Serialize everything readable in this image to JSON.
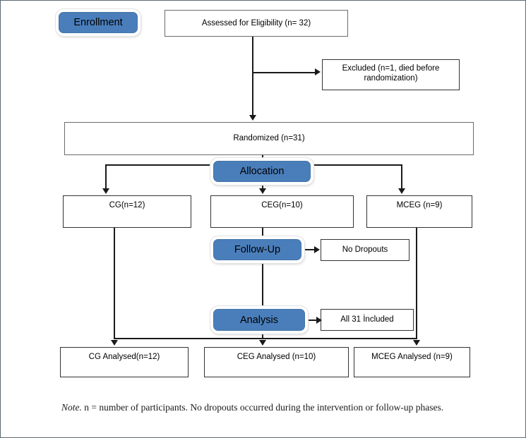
{
  "figure": {
    "type": "consort-flow-diagram",
    "border_color": "#5a6a72",
    "accent_color": "#4a7ebb"
  },
  "stages": [
    {
      "id": "enrollment",
      "label": "Enrollment"
    },
    {
      "id": "allocation",
      "label": "Allocation"
    },
    {
      "id": "followup",
      "label": "Follow-Up"
    },
    {
      "id": "analysis",
      "label": "Analysis"
    }
  ],
  "nodes": {
    "assessed": {
      "label": "Assessed for Eligibility (n= 32)"
    },
    "excluded": {
      "label": "Excluded (n=1, died before randomization)"
    },
    "randomized": {
      "label": "Randomized (n=31)"
    },
    "alloc_cg": {
      "label": "CG(n=12)"
    },
    "alloc_ceg": {
      "label": "CEG(n=10)"
    },
    "alloc_mceg": {
      "label": "MCEG (n=9)"
    },
    "no_dropouts": {
      "label": "No Dropouts"
    },
    "all_included": {
      "label": "All 31 İncluded"
    },
    "analysed_cg": {
      "label": "CG Analysed(n=12)"
    },
    "analysed_ceg": {
      "label": "CEG Analysed (n=10)"
    },
    "analysed_mceg": {
      "label": "MCEG Analysed (n=9)"
    }
  },
  "note": {
    "label": "Note.",
    "text": " n = number of participants. No dropouts occurred during the intervention or follow-up phases."
  },
  "chart_data": {
    "type": "diagram",
    "title": "CONSORT participant flow",
    "nodes": [
      {
        "id": "assessed",
        "stage": "Enrollment",
        "text": "Assessed for Eligibility (n= 32)",
        "n": 32
      },
      {
        "id": "excluded",
        "stage": "Enrollment",
        "text": "Excluded (n=1, died before randomization)",
        "n": 1
      },
      {
        "id": "randomized",
        "stage": "Enrollment",
        "text": "Randomized (n=31)",
        "n": 31
      },
      {
        "id": "alloc_cg",
        "stage": "Allocation",
        "text": "CG(n=12)",
        "n": 12
      },
      {
        "id": "alloc_ceg",
        "stage": "Allocation",
        "text": "CEG(n=10)",
        "n": 10
      },
      {
        "id": "alloc_mceg",
        "stage": "Allocation",
        "text": "MCEG (n=9)",
        "n": 9
      },
      {
        "id": "no_dropouts",
        "stage": "Follow-Up",
        "text": "No Dropouts",
        "n": 0
      },
      {
        "id": "all_included",
        "stage": "Analysis",
        "text": "All 31 İncluded",
        "n": 31
      },
      {
        "id": "analysed_cg",
        "stage": "Analysis",
        "text": "CG Analysed(n=12)",
        "n": 12
      },
      {
        "id": "analysed_ceg",
        "stage": "Analysis",
        "text": "CEG Analysed (n=10)",
        "n": 10
      },
      {
        "id": "analysed_mceg",
        "stage": "Analysis",
        "text": "MCEG Analysed (n=9)",
        "n": 9
      }
    ],
    "edges": [
      {
        "from": "assessed",
        "to": "excluded"
      },
      {
        "from": "assessed",
        "to": "randomized"
      },
      {
        "from": "randomized",
        "to": "alloc_cg"
      },
      {
        "from": "randomized",
        "to": "alloc_ceg"
      },
      {
        "from": "randomized",
        "to": "alloc_mceg"
      },
      {
        "from": "alloc_cg",
        "to": "analysed_cg"
      },
      {
        "from": "alloc_ceg",
        "to": "analysed_ceg"
      },
      {
        "from": "alloc_mceg",
        "to": "analysed_mceg"
      }
    ]
  }
}
